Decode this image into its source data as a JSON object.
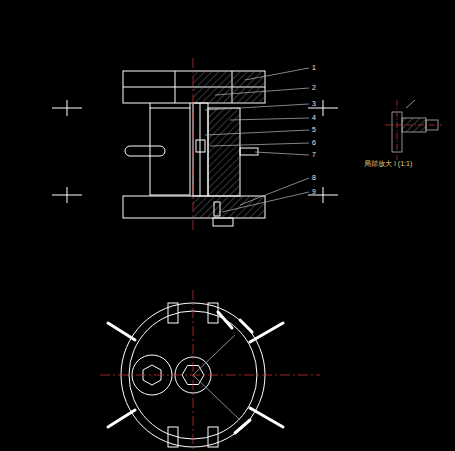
{
  "diagram": {
    "labels": [
      "1",
      "2",
      "3",
      "4",
      "5",
      "6",
      "7",
      "8",
      "9",
      "局部放大 I (1:1)"
    ]
  }
}
